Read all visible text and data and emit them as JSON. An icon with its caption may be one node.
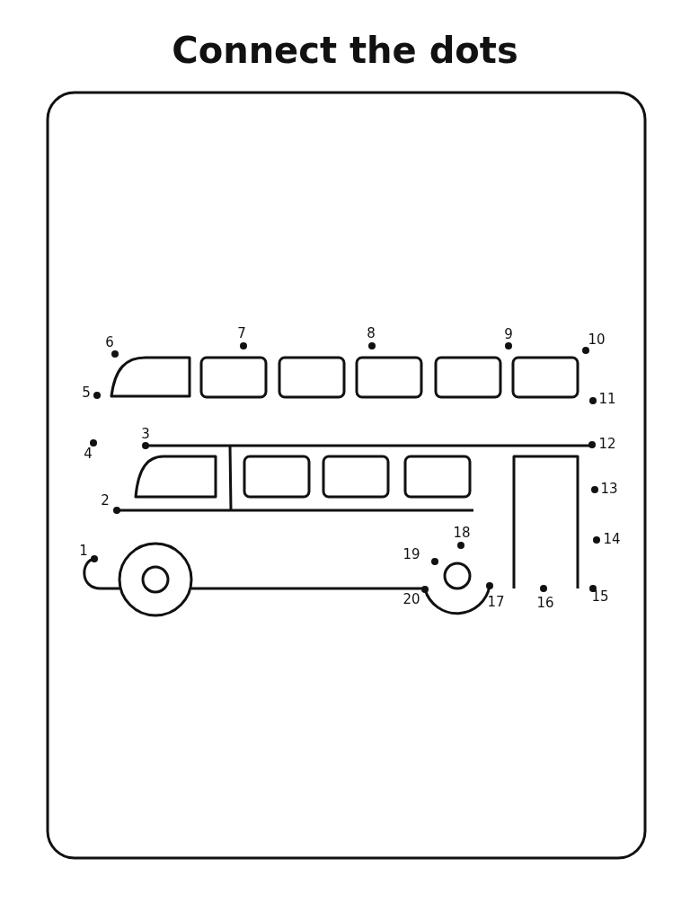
{
  "diagram": {
    "title": "Connect the dots",
    "labels": [
      "1",
      "2",
      "3",
      "4",
      "5",
      "6",
      "7",
      "8",
      "9",
      "10",
      "11",
      "12",
      "13",
      "14",
      "15",
      "16",
      "17",
      "18",
      "19",
      "20"
    ]
  }
}
